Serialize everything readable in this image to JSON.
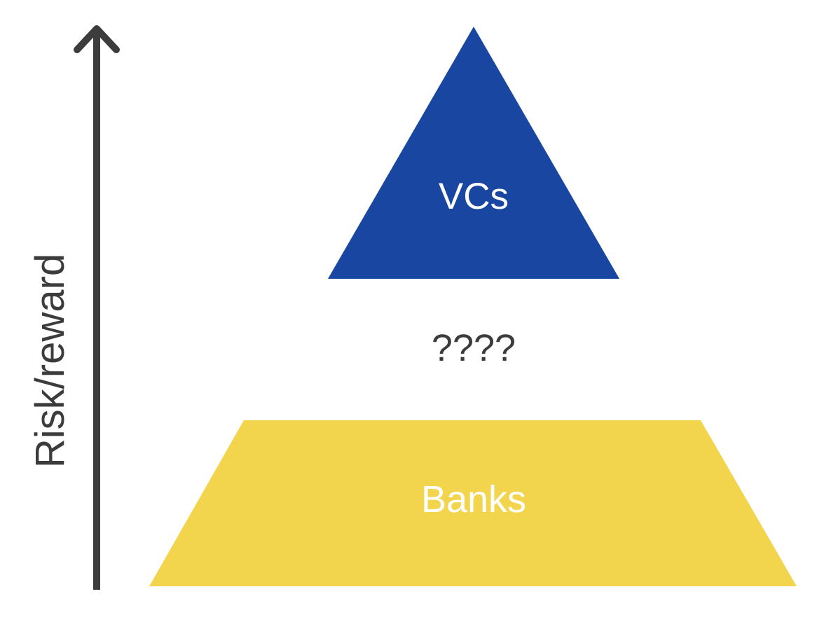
{
  "axis": {
    "label": "Risk/reward",
    "direction": "up",
    "color": "#3c3c3c"
  },
  "pyramid": {
    "top": {
      "label": "VCs",
      "shape": "triangle",
      "fill": "#1846a0",
      "label_color": "#ffffff"
    },
    "gap": {
      "label": "????",
      "color": "#3c3c3c"
    },
    "bottom": {
      "label": "Banks",
      "shape": "trapezoid",
      "fill": "#f3d44d",
      "label_color": "#ffffff"
    }
  },
  "background": "#ffffff"
}
